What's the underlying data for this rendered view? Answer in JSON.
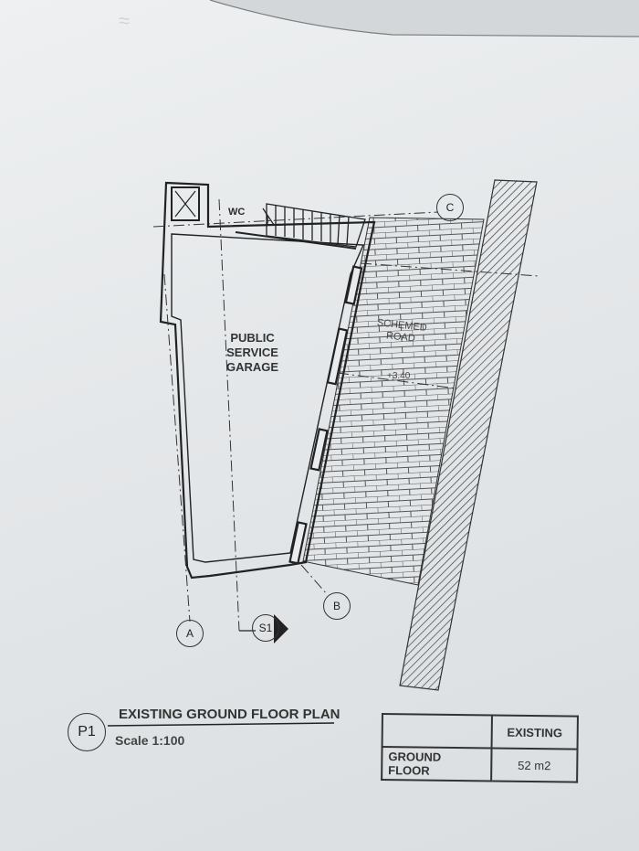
{
  "plan": {
    "room_label_lines": [
      "PUBLIC",
      "SERVICE",
      "GARAGE"
    ],
    "wc_label": "WC",
    "road_label_lines": [
      "SCHEMED",
      "ROAD"
    ],
    "road_level": "+3.40"
  },
  "grid_markers": {
    "a": "A",
    "b": "B",
    "c": "C",
    "section": "S1"
  },
  "title_block": {
    "code": "P1",
    "title": "EXISTING GROUND  FLOOR PLAN",
    "scale": "Scale 1:100"
  },
  "area_table": {
    "header": "EXISTING",
    "rows": [
      {
        "label": "GROUND FLOOR",
        "value": "52 m2"
      }
    ]
  }
}
